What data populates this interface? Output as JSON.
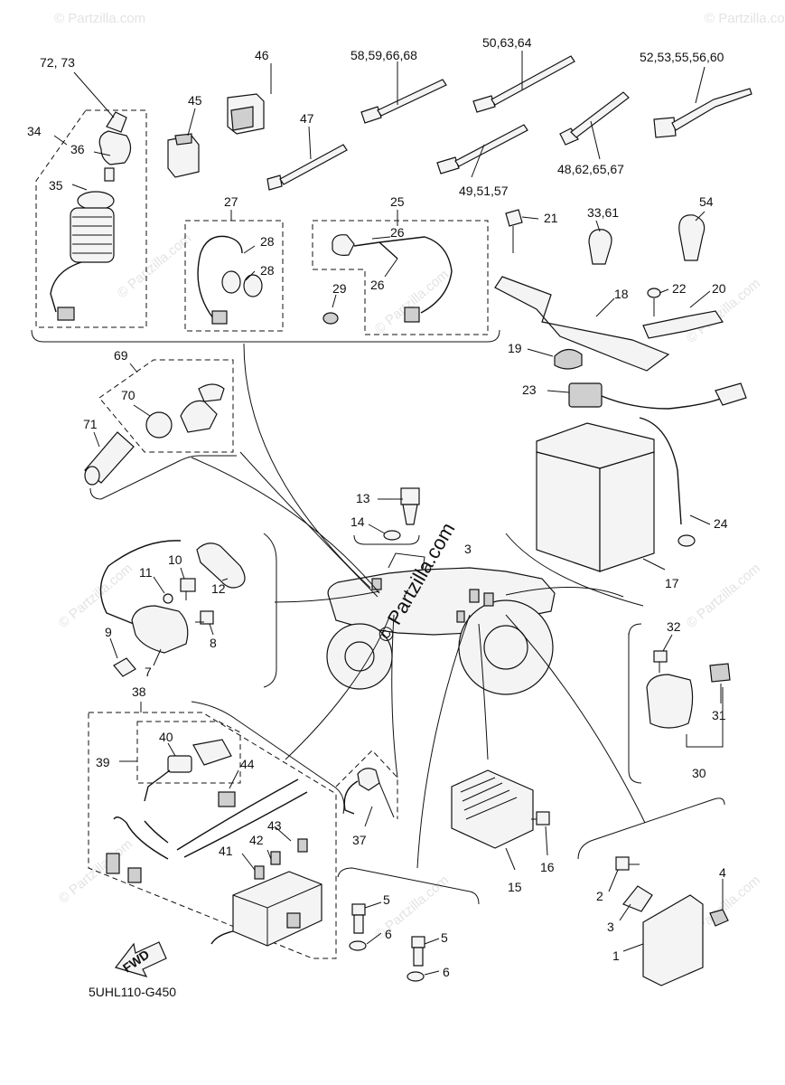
{
  "watermark": {
    "text": "© Partzilla.com",
    "center_text": "© Partzilla.com"
  },
  "diagram_code": "5UHL110-G450",
  "fwd_label": "FWD",
  "callouts": {
    "c72_73": "72, 73",
    "c46": "46",
    "c58": "58,59,66,68",
    "c50": "50,63,64",
    "c52": "52,53,55,56,60",
    "c34": "34",
    "c45": "45",
    "c47": "47",
    "c36": "36",
    "c35": "35",
    "c49": "49,51,57",
    "c48": "48,62,65,67",
    "c27": "27",
    "c25": "25",
    "c26a": "26",
    "c28a": "28",
    "c28b": "28",
    "c26b": "26",
    "c29": "29",
    "c33": "33,61",
    "c54": "54",
    "c21": "21",
    "c18": "18",
    "c22": "22",
    "c20": "20",
    "c19": "19",
    "c23": "23",
    "c69": "69",
    "c70": "70",
    "c71": "71",
    "c13": "13",
    "c14": "14",
    "c3": "3",
    "c24": "24",
    "c17": "17",
    "c10": "10",
    "c11": "11",
    "c12": "12",
    "c9": "9",
    "c8": "8",
    "c7": "7",
    "c38": "38",
    "c40": "40",
    "c39": "39",
    "c44": "44",
    "c32": "32",
    "c31": "31",
    "c30": "30",
    "c43": "43",
    "c42": "42",
    "c41": "41",
    "c37": "37",
    "c16": "16",
    "c15": "15",
    "c5a": "5",
    "c6a": "6",
    "c5b": "5",
    "c6b": "6",
    "c4": "4",
    "c2": "2",
    "c3b": "3",
    "c1": "1"
  }
}
